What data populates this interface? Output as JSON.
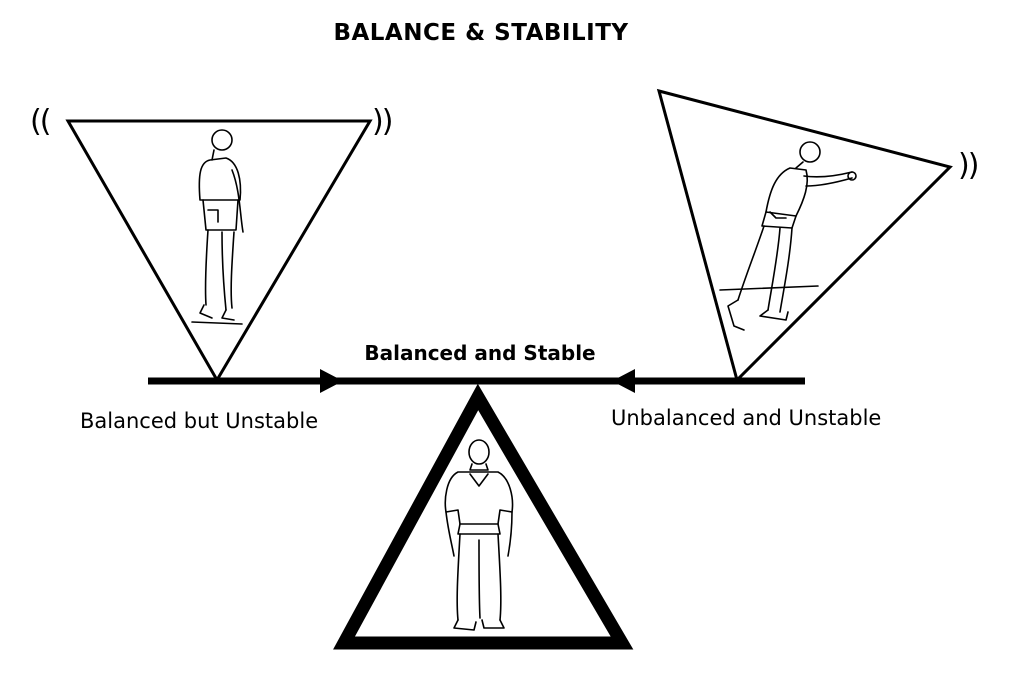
{
  "title": "BALANCE & STABILITY",
  "labels": {
    "center": "Balanced and Stable",
    "left": "Balanced but Unstable",
    "right": "Unbalanced and Unstable"
  },
  "vibration_marks": {
    "left": "((",
    "right_left_triangle": "))",
    "right_right_triangle": "))"
  },
  "figures": {
    "left": "person-standing-on-toes",
    "center": "person-standing-flat",
    "right": "person-leaning-forward-reaching"
  }
}
